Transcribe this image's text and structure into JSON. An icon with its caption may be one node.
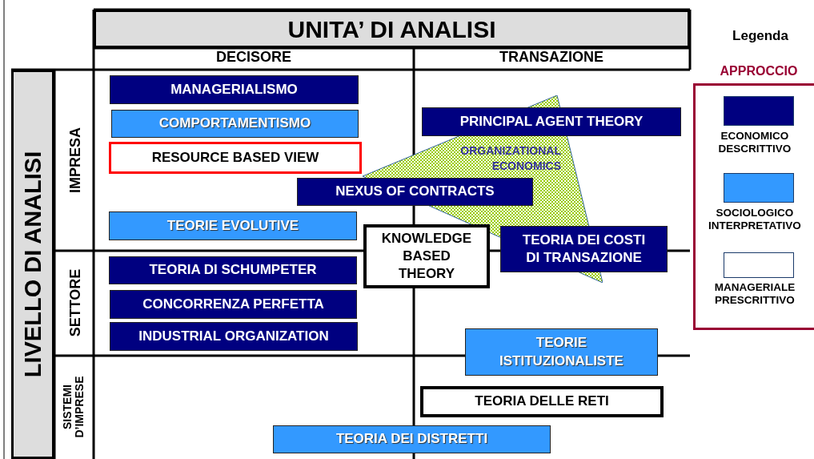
{
  "diagram": {
    "nodes": [
      {
        "text": [
          "UNITA’ DI ANALISI"
        ]
      },
      {
        "text": [
          "LIVELLO DI ANALISI"
        ]
      },
      {
        "text": [
          "ORGANIZATIONAL ECONOMICS"
        ]
      },
      {
        "text": [
          "MANAGERIALISMO"
        ]
      },
      {
        "text": [
          "COMPORTAMENTISMO"
        ]
      },
      {
        "text": [
          "RESOURCE BASED VIEW"
        ]
      },
      {
        "text": [
          "PRINCIPAL AGENT THEORY"
        ]
      },
      {
        "text": [
          "NEXUS OF CONTRACTS"
        ]
      },
      {
        "text": [
          "TEORIE EVOLUTIVE"
        ]
      },
      {
        "text": [
          "KNOWLEDGE BASED THEORY"
        ]
      },
      {
        "text": [
          "TEORIA DEI COSTI DI TRANSAZIONE"
        ]
      },
      {
        "text": [
          "TEORIA DI SCHUMPETER"
        ]
      },
      {
        "text": [
          "CONCORRENZA PERFETTA"
        ]
      },
      {
        "text": [
          "INDUSTRIAL ORGANIZATION"
        ]
      },
      {
        "text": [
          "TEORIE ISTITUZIONALISTE"
        ]
      },
      {
        "text": [
          "TEORIA DELLE RETI"
        ]
      },
      {
        "text": [
          "TEORIA DEI DISTRETTI"
        ]
      }
    ],
    "labels": [
      "Legenda",
      "DECISORE",
      "TRANSAZIONE",
      "APPROCCIO",
      "IMPRESA",
      "SETTORE",
      "SISTEMI D’IMPRESE"
    ],
    "legend": [
      {
        "text": "ECONOMICO DESCRITTIVO",
        "color": "#000080"
      },
      {
        "text": "SOCIOLOGICO INTERPRETATIVO",
        "color": "#3399ff"
      },
      {
        "text": "MANAGERIALE PRESCRITTIVO",
        "color": "#ffffff"
      }
    ]
  }
}
